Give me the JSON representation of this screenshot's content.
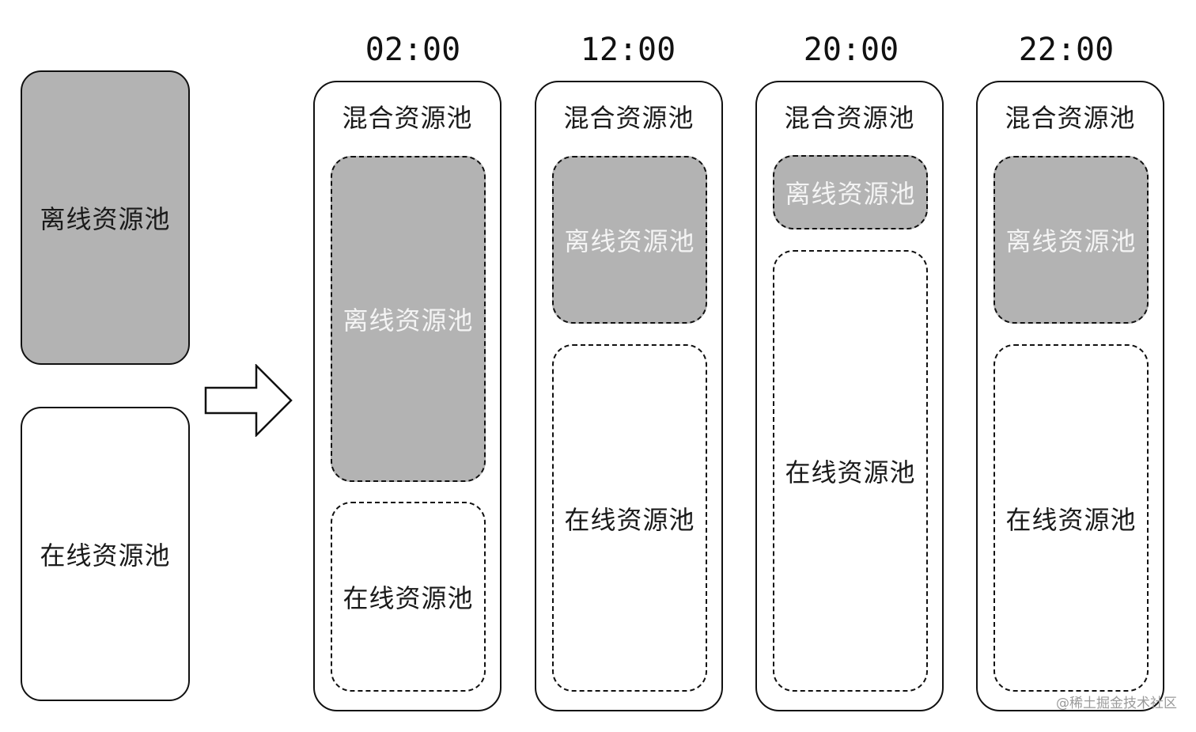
{
  "source_pools": {
    "offline_label": "离线资源池",
    "online_label": "在线资源池"
  },
  "columns": [
    {
      "time": "02:00",
      "mixed_label": "混合资源池",
      "offline_label": "离线资源池",
      "online_label": "在线资源池"
    },
    {
      "time": "12:00",
      "mixed_label": "混合资源池",
      "offline_label": "离线资源池",
      "online_label": "在线资源池"
    },
    {
      "time": "20:00",
      "mixed_label": "混合资源池",
      "offline_label": "离线资源池",
      "online_label": "在线资源池"
    },
    {
      "time": "22:00",
      "mixed_label": "混合资源池",
      "offline_label": "离线资源池",
      "online_label": "在线资源池"
    }
  ],
  "watermark": "@稀土掘金技术社区",
  "colors": {
    "offline_fill": "#b3b3b3",
    "online_fill": "#ffffff",
    "stroke": "#111111"
  }
}
